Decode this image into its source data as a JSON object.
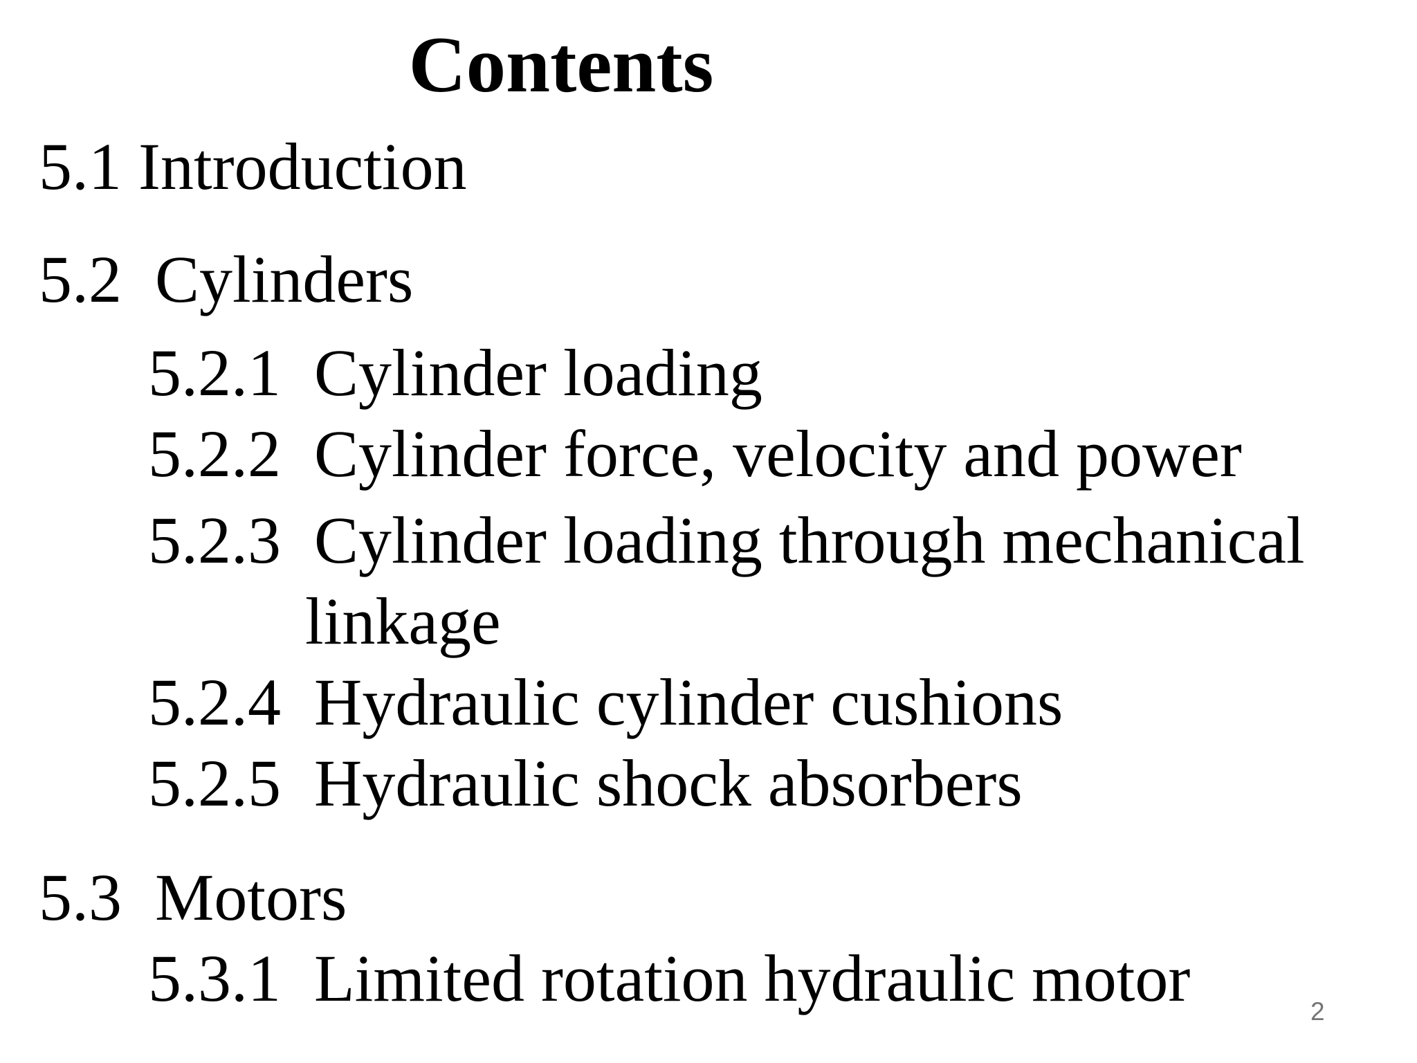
{
  "slide": {
    "title": "Contents",
    "page_number": "2"
  },
  "toc": {
    "items": [
      {
        "text": "5.1 Introduction"
      },
      {
        "text": "5.2  Cylinders"
      },
      {
        "text": "5.2.1  Cylinder loading"
      },
      {
        "text": "5.2.2  Cylinder force, velocity and power"
      },
      {
        "text": "5.2.3  Cylinder loading through mechanical"
      },
      {
        "text": "linkage"
      },
      {
        "text": "5.2.4  Hydraulic cylinder cushions"
      },
      {
        "text": "5.2.5  Hydraulic shock absorbers"
      },
      {
        "text": "5.3  Motors"
      },
      {
        "text": "5.3.1  Limited rotation hydraulic motor"
      }
    ]
  }
}
